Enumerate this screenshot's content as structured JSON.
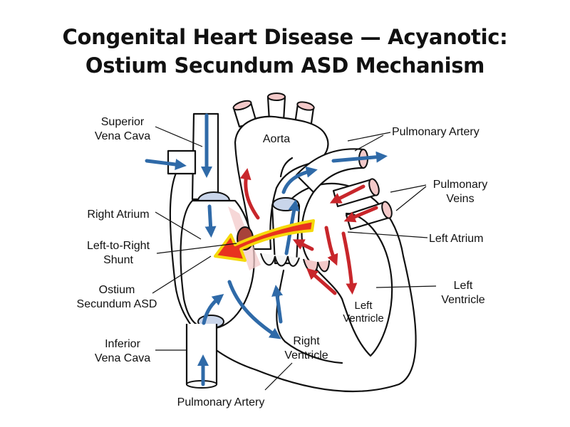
{
  "title": {
    "line1": "Congenital Heart Disease — Acyanotic:",
    "line2": "Ostium Secundum ASD Mechanism"
  },
  "labels": {
    "svc_1": "Superior",
    "svc_2": "Vena Cava",
    "aorta": "Aorta",
    "pulmonary_artery_top": "Pulmonary Artery",
    "pulmonary_veins_1": "Pulmonary",
    "pulmonary_veins_2": "Veins",
    "right_atrium": "Right Atrium",
    "shunt_1": "Left-to-Right",
    "shunt_2": "Shunt",
    "left_atrium": "Left Atrium",
    "asd_1": "Ostium",
    "asd_2": "Secundum ASD",
    "left_ventricle_outer_1": "Left",
    "left_ventricle_outer_2": "Ventricle",
    "left_ventricle_inner_1": "Left",
    "left_ventricle_inner_2": "Ventricle",
    "right_ventricle_1": "Right",
    "right_ventricle_2": "Ventricle",
    "ivc_1": "Inferior",
    "ivc_2": "Vena Cava",
    "pulmonary_artery_bottom": "Pulmonary Artery"
  },
  "colors": {
    "deoxygenated_flow": "#2f6aa8",
    "oxygenated_flow": "#c8262b",
    "shunt_arrow": "#e8321f",
    "shunt_outline": "#f5d90a",
    "defect_fill": "#a8433a",
    "valve_fill": "#c9d5ea",
    "vessel_cap": "#f3c9c9"
  }
}
